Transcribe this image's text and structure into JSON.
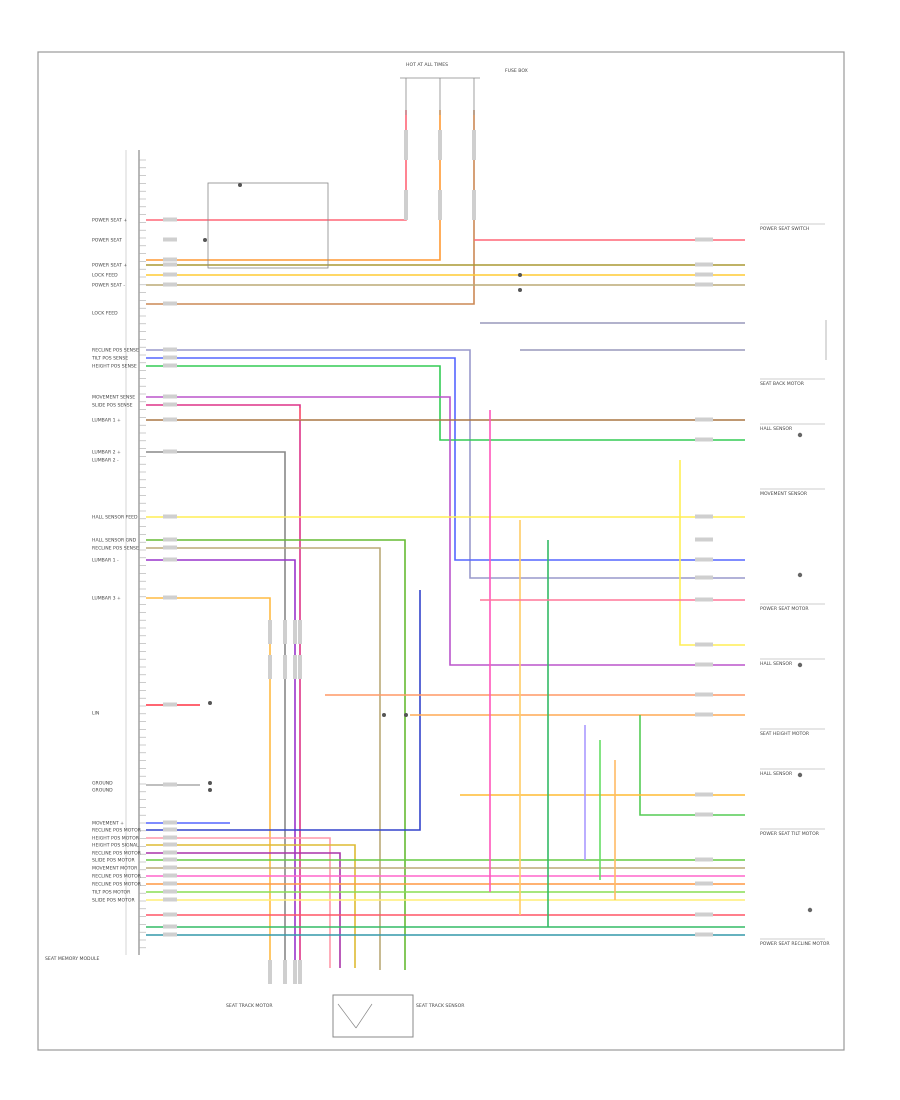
{
  "diagram": {
    "ref_code": "",
    "left_connector_labels": [
      "POWER SEAT +",
      "POWER SEAT",
      "POWER SEAT +",
      "LOCK FEED",
      "POWER SEAT -",
      "LOCK FEED",
      "RECLINE POS SENSE",
      "TILT POS SENSE",
      "HEIGHT POS SENSE",
      "MOVEMENT SENSE",
      "SLIDE POS SENSE",
      "LUMBAR 1 +",
      "LUMBAR 2 +",
      "LUMBAR 2 -",
      "HALL SENSOR FEED",
      "HALL SENSOR GND",
      "RECLINE POS SENSE",
      "LUMBAR 1 -",
      "LUMBAR 3 +",
      "LIN",
      "GROUND",
      "GROUND",
      "MOVEMENT +",
      "RECLINE POS MOTOR",
      "HEIGHT POS MOTOR",
      "HEIGHT POS SIGNAL",
      "RECLINE POS MOTOR",
      "SLIDE POS MOTOR",
      "MOVEMENT MOTOR",
      "RECLINE POS MOTOR",
      "RECLINE POS MOTOR",
      "TILT POS MOTOR",
      "SLIDE POS MOTOR"
    ],
    "module_name": "SEAT MEMORY MODULE",
    "right_labels": [
      "POWER SEAT SWITCH",
      "SEAT BACK MOTOR",
      "HALL SENSOR",
      "MOVEMENT SENSOR",
      "POWER SEAT MOTOR",
      "HALL SENSOR",
      "SEAT HEIGHT MOTOR",
      "HALL SENSOR",
      "POWER SEAT TILT MOTOR",
      "POWER SEAT RECLINE MOTOR"
    ],
    "bottom_labels": [
      "SEAT TRACK MOTOR",
      "SEAT TRACK SENSOR"
    ],
    "top_label": "HOT AT ALL TIMES",
    "fuse_label": "FUSE BOX",
    "page_label": ""
  }
}
